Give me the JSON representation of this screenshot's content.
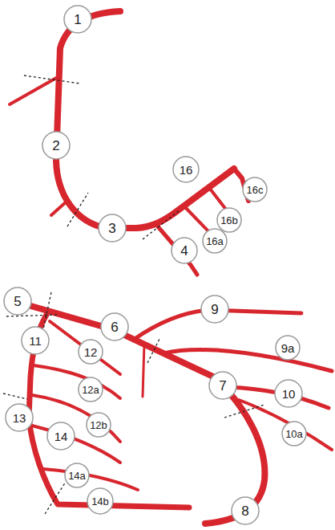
{
  "diagram": {
    "nodes": [
      {
        "text": [
          "1"
        ]
      },
      {
        "text": [
          "2"
        ]
      },
      {
        "text": [
          "16"
        ]
      },
      {
        "text": [
          "16c"
        ]
      },
      {
        "text": [
          "3"
        ]
      },
      {
        "text": [
          "16b"
        ]
      },
      {
        "text": [
          "16a"
        ]
      },
      {
        "text": [
          "4"
        ]
      },
      {
        "text": [
          "5"
        ]
      },
      {
        "text": [
          "9"
        ]
      },
      {
        "text": [
          "6"
        ]
      },
      {
        "text": [
          "11"
        ]
      },
      {
        "text": [
          "12"
        ]
      },
      {
        "text": [
          "9a"
        ]
      },
      {
        "text": [
          "7"
        ]
      },
      {
        "text": [
          "10"
        ]
      },
      {
        "text": [
          "12a"
        ]
      },
      {
        "text": [
          "10a"
        ]
      },
      {
        "text": [
          "13"
        ]
      },
      {
        "text": [
          "14"
        ]
      },
      {
        "text": [
          "12b"
        ]
      },
      {
        "text": [
          "14a"
        ]
      },
      {
        "text": [
          "14b"
        ]
      },
      {
        "text": [
          "8"
        ]
      }
    ]
  }
}
